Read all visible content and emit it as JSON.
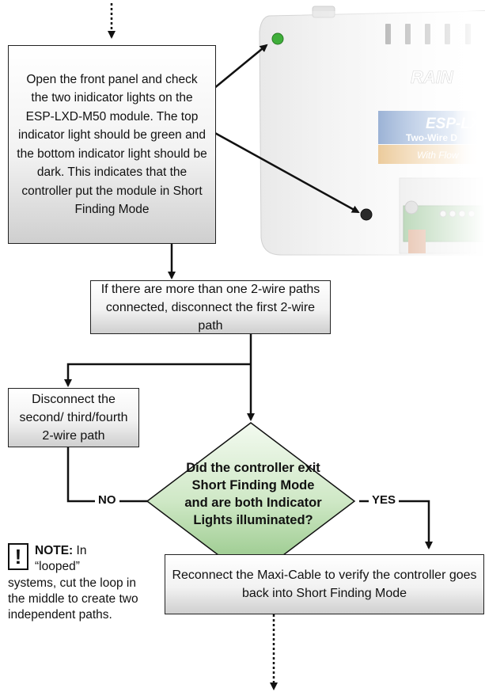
{
  "step1": "Open the front panel and check the two inidicator lights on the ESP-LXD-M50 module. The top indicator light should be green and the bottom indicator light should be dark. This indicates that the controller put the module in Short Finding Mode",
  "step2": "If there are more than one 2-wire paths connected, disconnect the first 2-wire path",
  "step_disconnect": "Disconnect the second/ third/fourth 2-wire path",
  "decision": "Did the controller exit Short Finding Mode and are both Indicator Lights illuminated?",
  "label_no": "NO",
  "label_yes": "YES",
  "step_reconnect": "Reconnect the Maxi-Cable to verify the controller goes back into Short Finding Mode",
  "note": {
    "icon": "!",
    "heading": "NOTE:",
    "line1": "In",
    "line2": "“looped”",
    "body": "systems, cut the loop in the middle to create two independent paths."
  },
  "device": {
    "brand": "RAIN",
    "model": "ESP-LX",
    "subtitle": "Two-Wire D",
    "flow": "With Flow",
    "led_top_color": "#3fae3a",
    "led_bottom_color": "#2a2a2a"
  }
}
